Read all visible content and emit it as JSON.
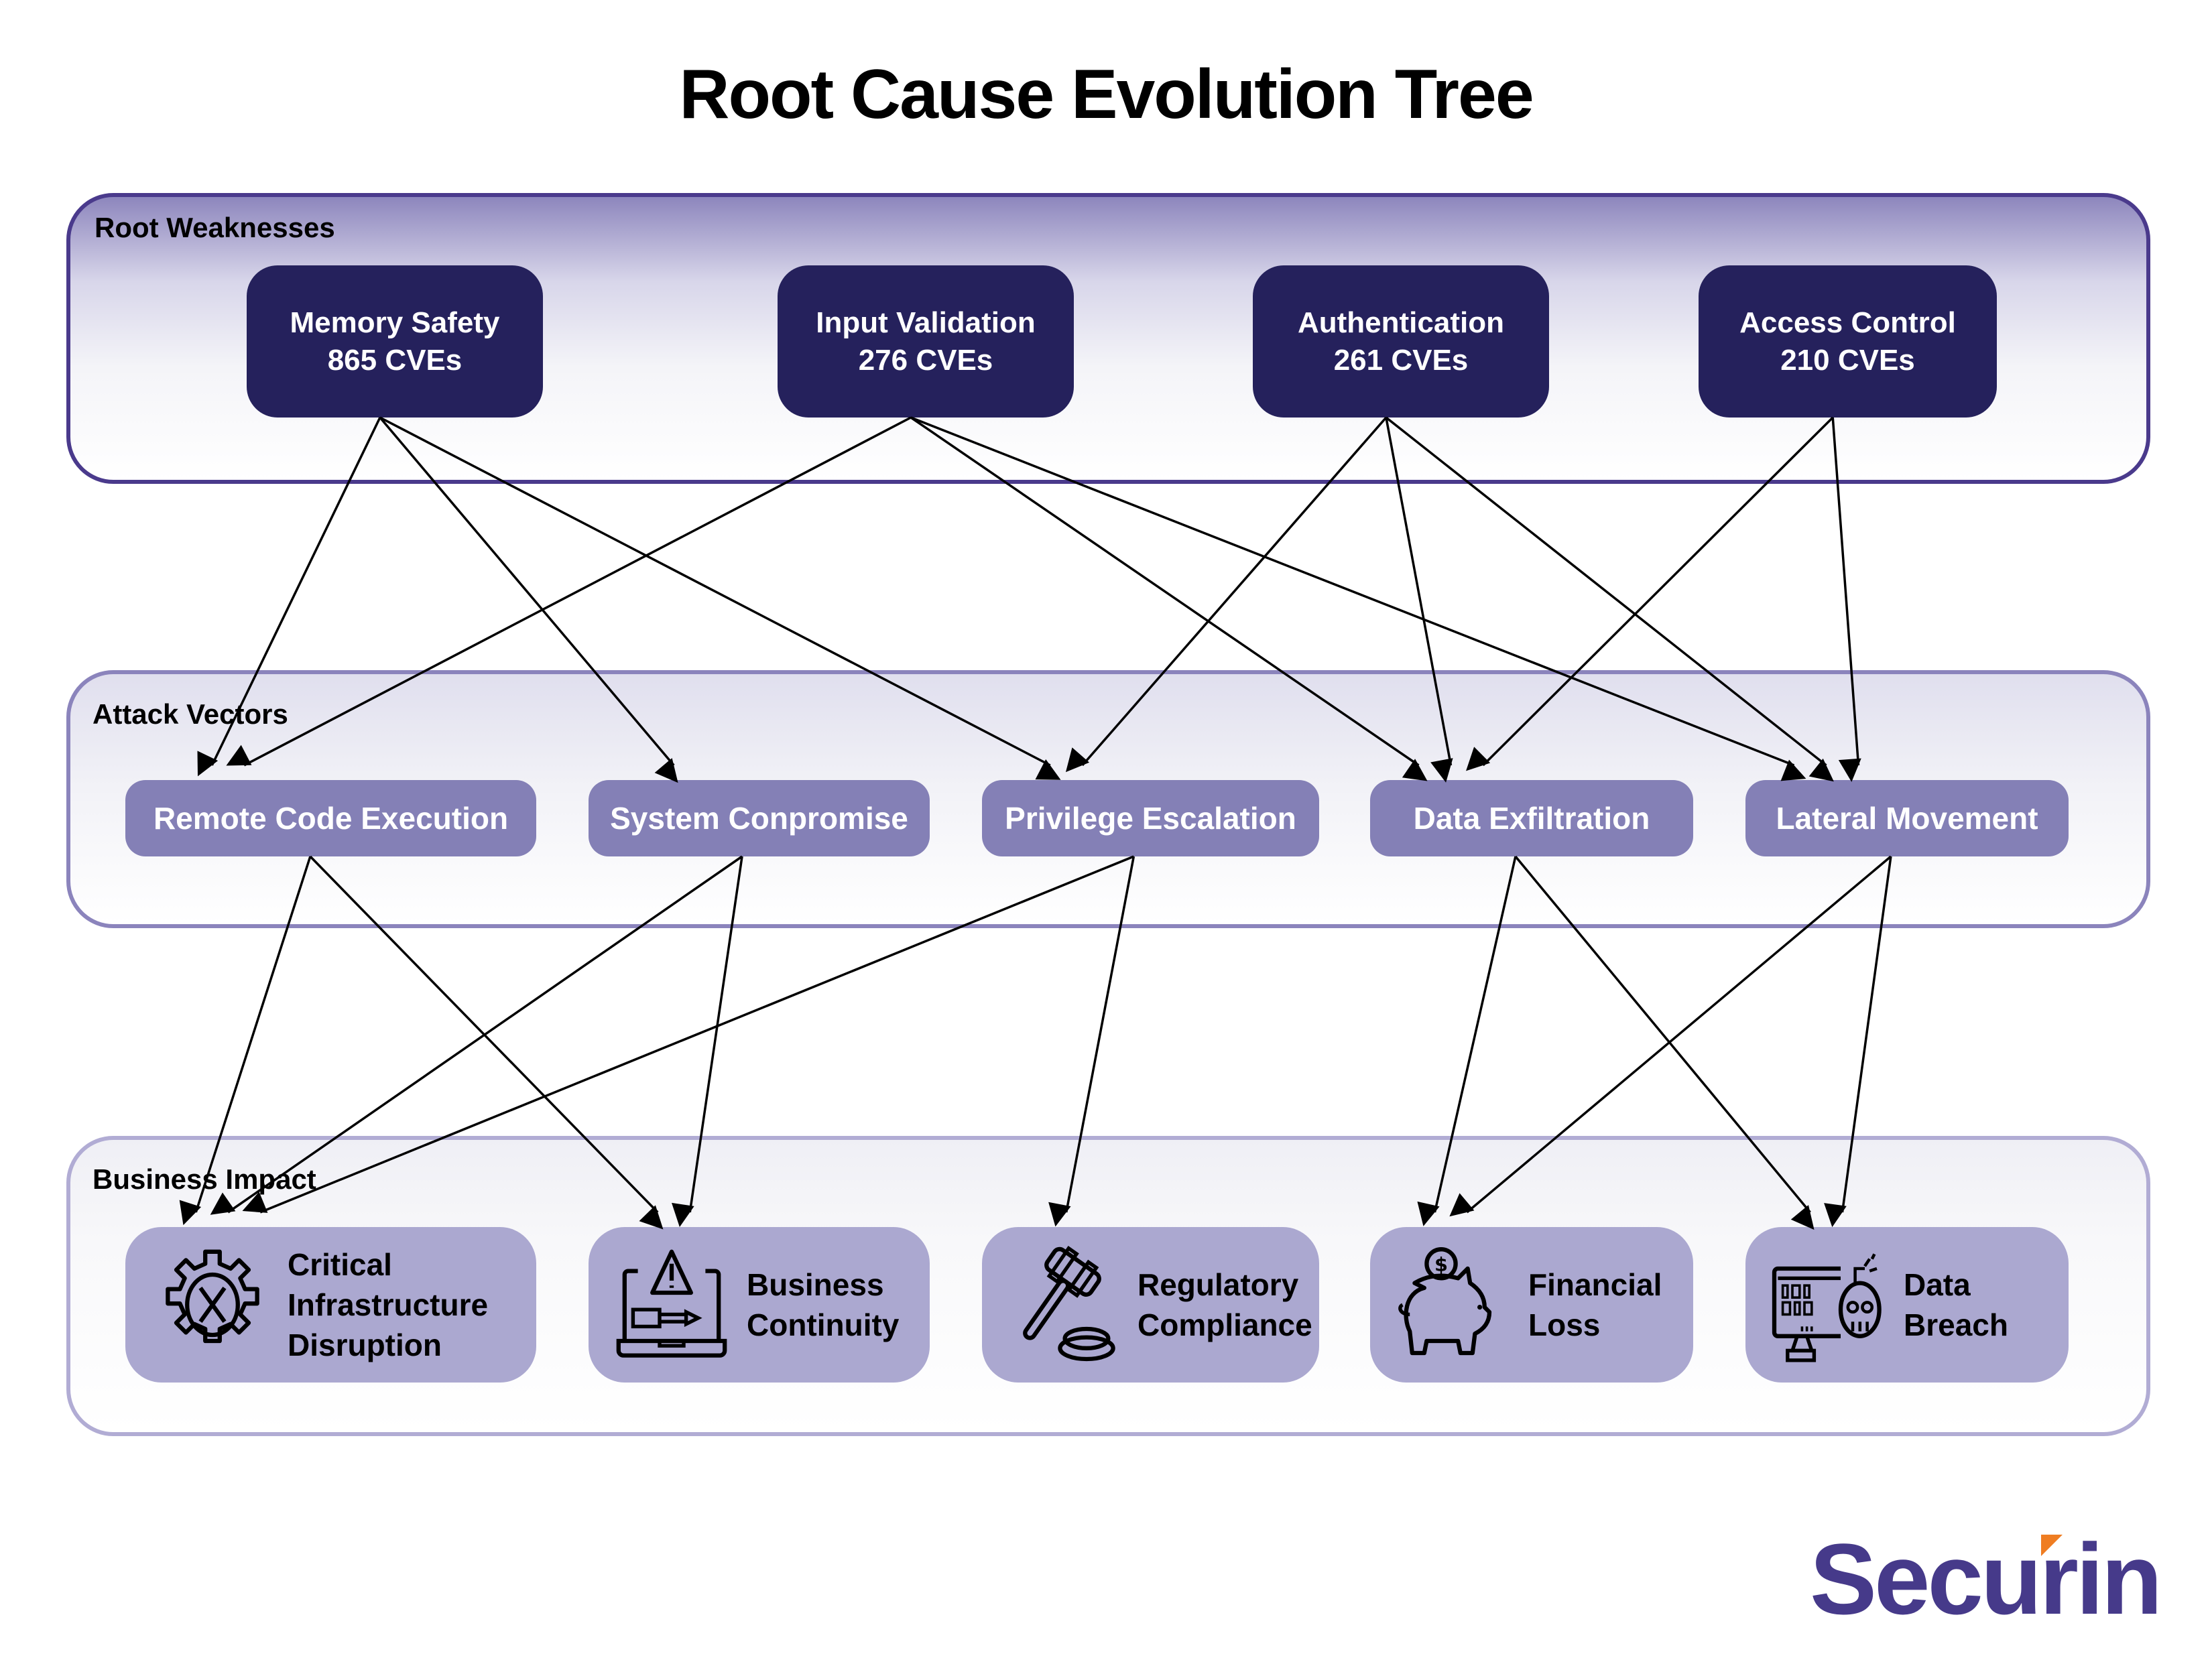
{
  "title": "Root Cause Evolution Tree",
  "colors": {
    "root_node": "#25215c",
    "attack_node": "#8480b6",
    "impact_node": "#aba8d0",
    "root_panel_border": "#4a3a8c",
    "attack_panel_border": "#8b84bc",
    "impact_panel_border": "#b1acd4",
    "logo": "#463a8a",
    "logo_accent": "#ef7d22"
  },
  "layers": {
    "root": {
      "label": "Root Weaknesses",
      "nodes": [
        {
          "id": "memory",
          "name": "Memory Safety",
          "cves": "865 CVEs",
          "cve_count": 865
        },
        {
          "id": "input",
          "name": "Input Validation",
          "cves": "276 CVEs",
          "cve_count": 276
        },
        {
          "id": "auth",
          "name": "Authentication",
          "cves": "261 CVEs",
          "cve_count": 261
        },
        {
          "id": "access",
          "name": "Access Control",
          "cves": "210 CVEs",
          "cve_count": 210
        }
      ]
    },
    "attack": {
      "label": "Attack Vectors",
      "nodes": [
        {
          "id": "rce",
          "name": "Remote Code Execution"
        },
        {
          "id": "syscomp",
          "name": "System Conpromise"
        },
        {
          "id": "privesc",
          "name": "Privilege Escalation"
        },
        {
          "id": "exfil",
          "name": "Data Exfiltration"
        },
        {
          "id": "lateral",
          "name": "Lateral Movement"
        }
      ]
    },
    "impact": {
      "label": "Business Impact",
      "nodes": [
        {
          "id": "cid",
          "lines": [
            "Critical",
            "Infrastructure",
            "Disruption"
          ],
          "icon": "gear-x-icon"
        },
        {
          "id": "bc",
          "lines": [
            "Business",
            "Continuity"
          ],
          "icon": "laptop-warning-icon"
        },
        {
          "id": "rc",
          "lines": [
            "Regulatory",
            "Compliance"
          ],
          "icon": "gavel-icon"
        },
        {
          "id": "fl",
          "lines": [
            "Financial",
            "Loss"
          ],
          "icon": "piggy-bank-icon"
        },
        {
          "id": "db",
          "lines": [
            "Data",
            "Breach"
          ],
          "icon": "monitor-skull-icon"
        }
      ]
    }
  },
  "edges": [
    [
      "memory",
      "rce"
    ],
    [
      "memory",
      "syscomp"
    ],
    [
      "memory",
      "privesc"
    ],
    [
      "input",
      "rce"
    ],
    [
      "input",
      "exfil"
    ],
    [
      "input",
      "lateral"
    ],
    [
      "auth",
      "privesc"
    ],
    [
      "auth",
      "exfil"
    ],
    [
      "auth",
      "lateral"
    ],
    [
      "access",
      "exfil"
    ],
    [
      "access",
      "lateral"
    ],
    [
      "rce",
      "cid"
    ],
    [
      "rce",
      "bc"
    ],
    [
      "syscomp",
      "cid"
    ],
    [
      "syscomp",
      "bc"
    ],
    [
      "privesc",
      "cid"
    ],
    [
      "privesc",
      "rc"
    ],
    [
      "exfil",
      "fl"
    ],
    [
      "exfil",
      "db"
    ],
    [
      "lateral",
      "fl"
    ],
    [
      "lateral",
      "db"
    ]
  ],
  "logo": {
    "text_before": "Secu",
    "text_accent": "r",
    "text_after": "in"
  }
}
